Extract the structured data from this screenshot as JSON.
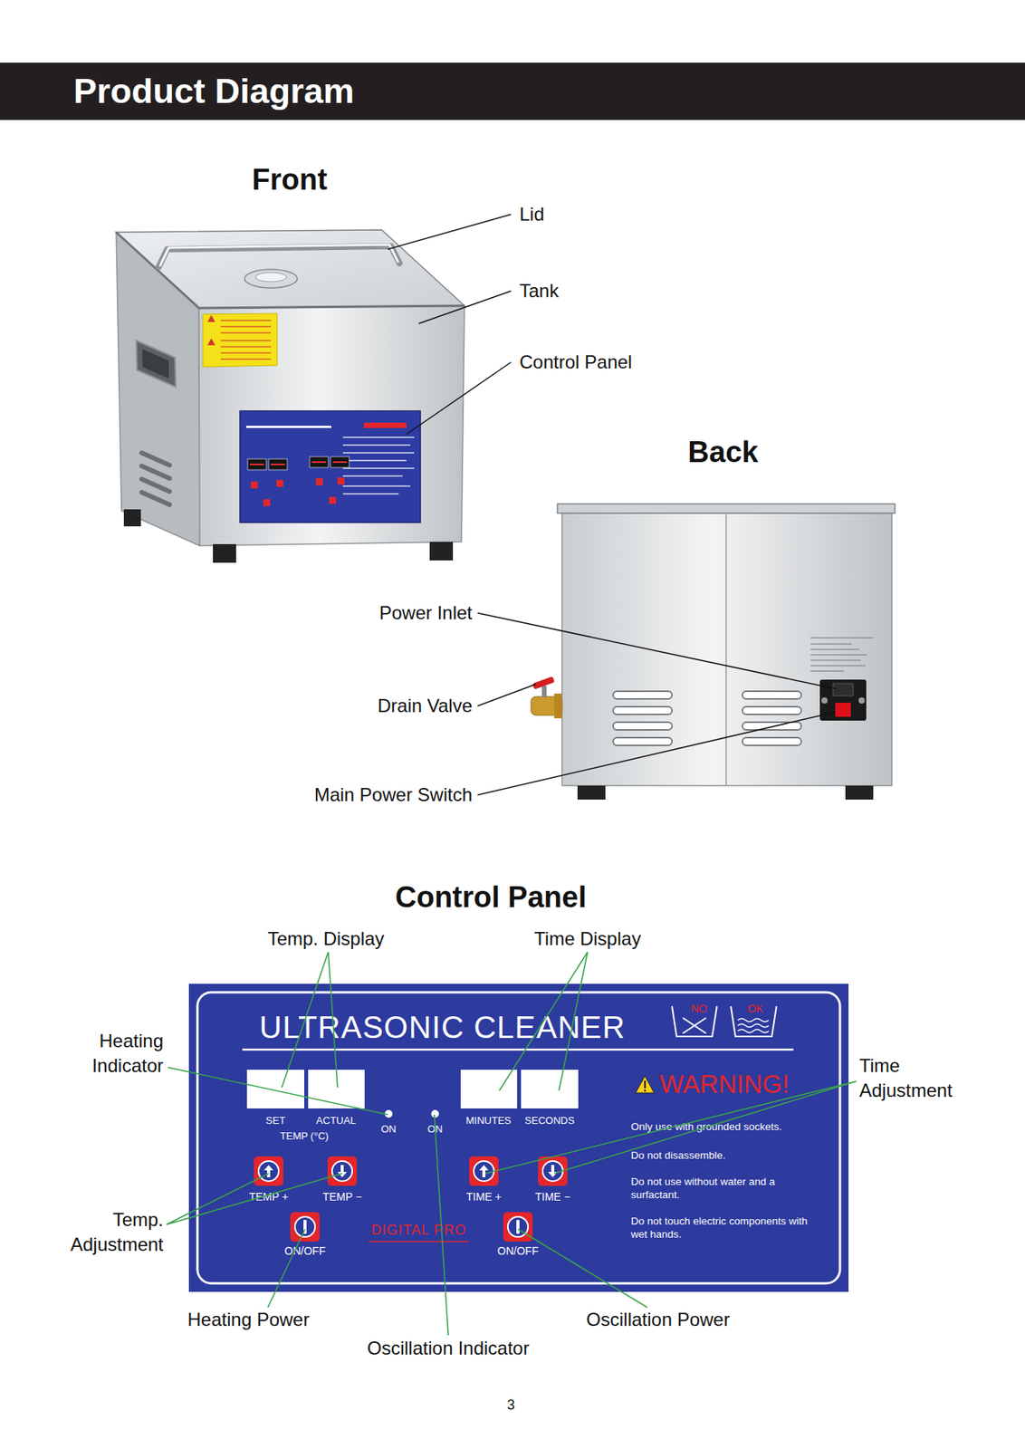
{
  "diagram": {
    "title": "Product Diagram",
    "nodes": [
      {
        "text": [
          "ULTRASONIC CLEANER",
          "NO",
          "OK",
          "WARNING!",
          "SET",
          "ACTUAL",
          "TEMP (°C)",
          "ON",
          "ON",
          "MINUTES",
          "SECONDS",
          "Only use with grounded sockets.",
          "Do not disassemble.",
          "Do not use without water and a surfactant.",
          "Do not touch electric components with wet hands.",
          "TEMP +",
          "TEMP −",
          "TIME +",
          "TIME −",
          "DIGITAL PRO",
          "ON/OFF",
          "ON/OFF"
        ]
      }
    ],
    "labels": [
      "Front",
      "Lid",
      "Tank",
      "Control Panel",
      "Back",
      "Power Inlet",
      "Drain Valve",
      "Main Power Switch",
      "Control Panel",
      "Temp. Display",
      "Time Display",
      "Heating Indicator",
      "Time Adjustment",
      "Temp. Adjustment",
      "Heating Power",
      "Oscillation Indicator",
      "Oscillation Power",
      "3"
    ]
  }
}
